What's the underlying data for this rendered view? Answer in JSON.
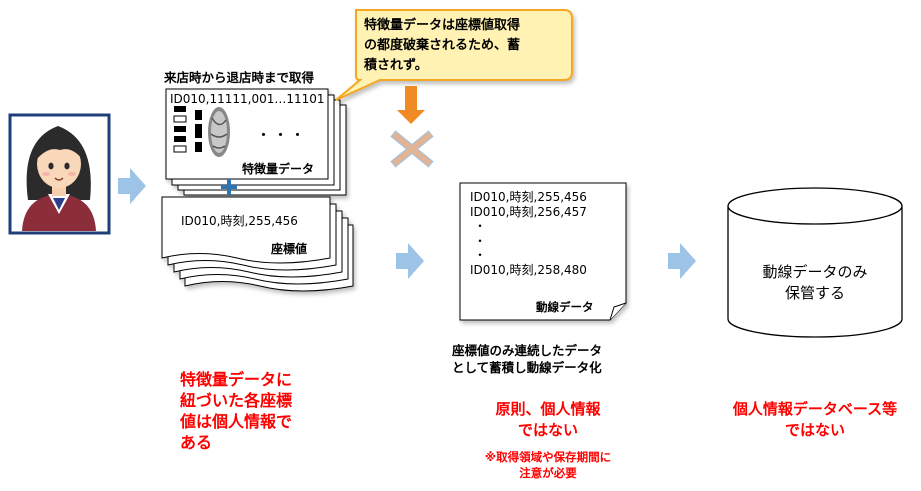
{
  "feature_caption": "来店時から退店時まで取得",
  "feature_card": {
    "id_line": "ID010,11111,001…11101",
    "dots": "・・・",
    "label": "特徴量データ"
  },
  "coord_card": {
    "line": "ID010,時刻,255,456",
    "label": "座標値"
  },
  "callout": {
    "lines": [
      "特徴量データは座標値取得",
      "の都度破棄されるため、蓄",
      "積されず。"
    ]
  },
  "flow_doc": {
    "lines": [
      "ID010,時刻,255,456",
      "ID010,時刻,256,457",
      "・",
      "・",
      "・",
      "ID010,時刻,258,480"
    ],
    "label": "動線データ"
  },
  "flow_caption": [
    "座標値のみ連続したデータ",
    "として蓄積し動線データ化"
  ],
  "database": {
    "lines": [
      "動線データのみ",
      "保管する"
    ]
  },
  "note_left": [
    "特徴量データに",
    "紐づいた各座標",
    "値は個人情報で",
    "ある"
  ],
  "note_middle": [
    "原則、個人情報",
    "ではない"
  ],
  "note_middle_sub": [
    "※取得領域や保存期間に",
    "注意が必要"
  ],
  "note_right": [
    "個人情報データベース等",
    "ではない"
  ],
  "colors": {
    "arrow": "#9dc3e6",
    "callout_fill": "#fff2b3",
    "callout_border": "#f5a623",
    "orange_arrow": "#f08a24",
    "red_text": "#ff0000",
    "plus": "#2e75b6"
  }
}
